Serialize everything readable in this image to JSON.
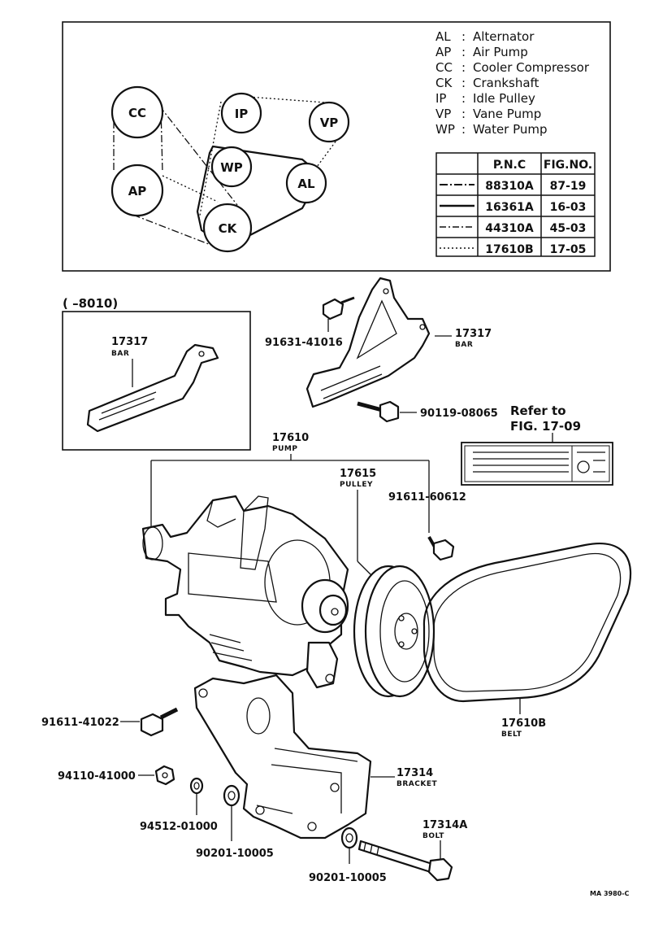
{
  "legend": [
    {
      "code": "AL",
      "sep": ":",
      "name": "Alternator"
    },
    {
      "code": "AP",
      "sep": ":",
      "name": "Air Pump"
    },
    {
      "code": "CC",
      "sep": ":",
      "name": "Cooler Compressor"
    },
    {
      "code": "CK",
      "sep": ":",
      "name": "Crankshaft"
    },
    {
      "code": "IP",
      "sep": ":",
      "name": "Idle Pulley"
    },
    {
      "code": "VP",
      "sep": ":",
      "name": "Vane Pump"
    },
    {
      "code": "WP",
      "sep": ":",
      "name": "Water Pump"
    }
  ],
  "pulleys": {
    "cc": "CC",
    "ip": "IP",
    "vp": "VP",
    "wp": "WP",
    "ap": "AP",
    "al": "AL",
    "ck": "CK"
  },
  "table": {
    "headers": [
      "",
      "P.N.C",
      "FIG.NO."
    ],
    "rows": [
      {
        "line": "dash-dot-long",
        "pnc": "88310A",
        "fig": "87-19"
      },
      {
        "line": "solid",
        "pnc": "16361A",
        "fig": "16-03"
      },
      {
        "line": "dash-dot",
        "pnc": "44310A",
        "fig": "45-03"
      },
      {
        "line": "dotted",
        "pnc": "17610B",
        "fig": "17-05"
      }
    ]
  },
  "inset": {
    "label": "(        –8010)",
    "part": "17317",
    "name": "BAR"
  },
  "parts": {
    "bar": {
      "pn": "17317",
      "name": "BAR"
    },
    "bolt_a": "91631-41016",
    "bolt_b": "90119-08065",
    "refer": {
      "line1": "Refer to",
      "line2": "FIG. 17-09"
    },
    "pump": {
      "pn": "17610",
      "name": "PUMP"
    },
    "pulley": {
      "pn": "17615",
      "name": "PULLEY"
    },
    "bolt_c": "91611-60612",
    "bolt_d": "91611-41022",
    "belt": {
      "pn": "17610B",
      "name": "BELT"
    },
    "nut": "94110-41000",
    "washer_a": "94512-01000",
    "washer_b": "90201-10005",
    "washer_c": "90201-10005",
    "bracket": {
      "pn": "17314",
      "name": "BRACKET"
    },
    "bolt_e": {
      "pn": "17314A",
      "name": "BOLT"
    }
  },
  "footer": "MA 3980-C"
}
